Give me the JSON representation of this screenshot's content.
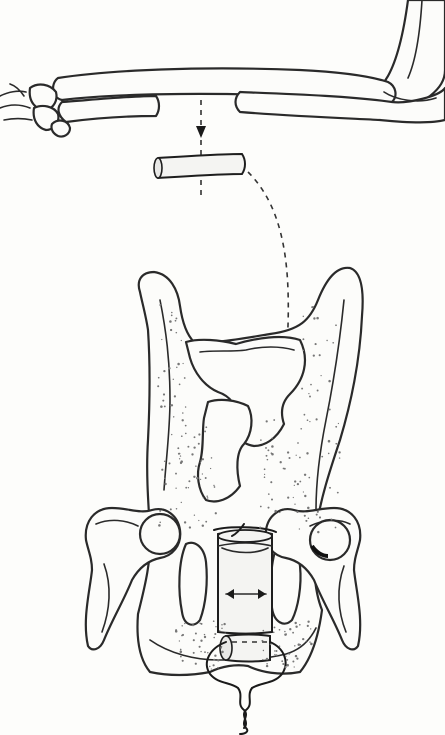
{
  "figure": {
    "parts": [
      "limb-bone-donor",
      "harvested-graft",
      "graft-transfer-path",
      "pelvis",
      "implanted-graft",
      "cerclage-wire"
    ]
  }
}
